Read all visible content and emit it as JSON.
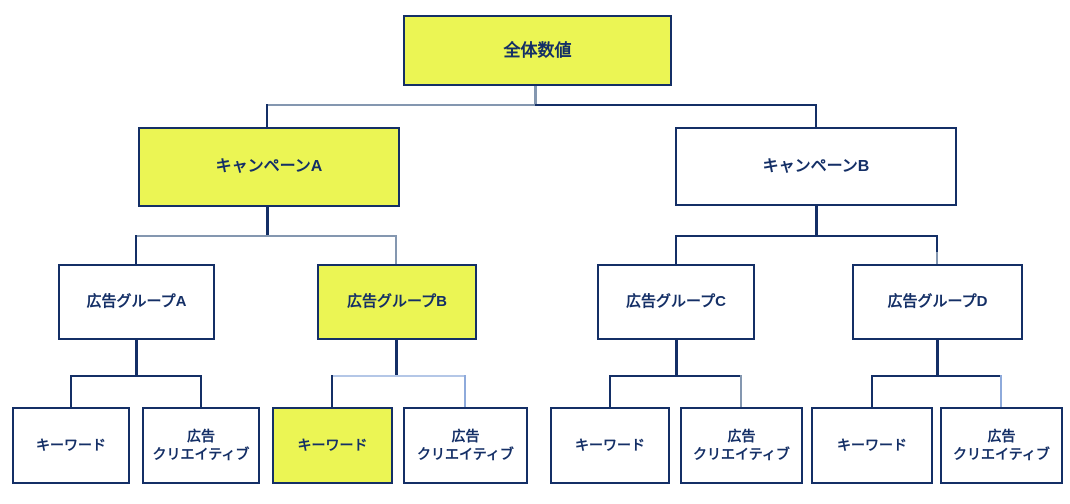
{
  "colors": {
    "background": "#FFFFFF",
    "node_fill": "#FFFFFF",
    "highlight_fill": "#EBF554",
    "border": "#142F66",
    "text": "#142F66",
    "line": "#142F66",
    "line_gray": "#8497B0",
    "line_pale": "#B4C7E7",
    "line_mid": "#8EAADB"
  },
  "tree": {
    "root": {
      "label": "全体数値",
      "highlighted": true
    },
    "campaigns": [
      {
        "label": "キャンペーンA",
        "highlighted": true
      },
      {
        "label": "キャンペーンB",
        "highlighted": false
      }
    ],
    "ad_groups": [
      {
        "label": "広告グループA",
        "highlighted": false
      },
      {
        "label": "広告グループB",
        "highlighted": true
      },
      {
        "label": "広告グループC",
        "highlighted": false
      },
      {
        "label": "広告グループD",
        "highlighted": false
      }
    ],
    "leaves": [
      {
        "label": "キーワード",
        "highlighted": false
      },
      {
        "label": "広告\nクリエイティブ",
        "highlighted": false
      },
      {
        "label": "キーワード",
        "highlighted": true
      },
      {
        "label": "広告\nクリエイティブ",
        "highlighted": false
      },
      {
        "label": "キーワード",
        "highlighted": false
      },
      {
        "label": "広告\nクリエイティブ",
        "highlighted": false
      },
      {
        "label": "キーワード",
        "highlighted": false
      },
      {
        "label": "広告\nクリエイティブ",
        "highlighted": false
      }
    ]
  }
}
